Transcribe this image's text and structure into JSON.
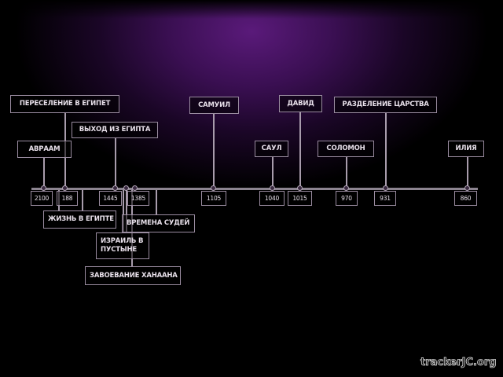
{
  "events": [
    {
      "id": "pereselenie",
      "label": "ПЕРЕСЕЛЕНИЕ В ЕГИПЕТ"
    },
    {
      "id": "avraam",
      "label": "АВРААМ"
    },
    {
      "id": "vyhod",
      "label": "ВЫХОД ИЗ ЕГИПТА"
    },
    {
      "id": "samuil",
      "label": "САМУИЛ"
    },
    {
      "id": "saul",
      "label": "САУЛ"
    },
    {
      "id": "david",
      "label": "ДАВИД"
    },
    {
      "id": "razdelenie",
      "label": "РАЗДЕЛЕНИЕ ЦАРСТВА"
    },
    {
      "id": "solomon",
      "label": "СОЛОМОН"
    },
    {
      "id": "iliya",
      "label": "ИЛИЯ"
    }
  ],
  "periods": [
    {
      "id": "zhizn",
      "label": "ЖИЗНЬ В ЕГИПТЕ"
    },
    {
      "id": "sudyi",
      "label": "ВРЕМЕНА СУДЕЙ"
    },
    {
      "id": "pustynya",
      "label": "ИЗРАИЛЬ В ПУСТЫНЕ"
    },
    {
      "id": "zavoevanie",
      "label": "ЗАВОЕВАНИЕ ХАНААНА"
    }
  ],
  "years": [
    "2100",
    "188",
    "1445",
    "1385",
    "1105",
    "1040",
    "1015",
    "970",
    "931",
    "860"
  ],
  "watermark": "trackerJC.org"
}
